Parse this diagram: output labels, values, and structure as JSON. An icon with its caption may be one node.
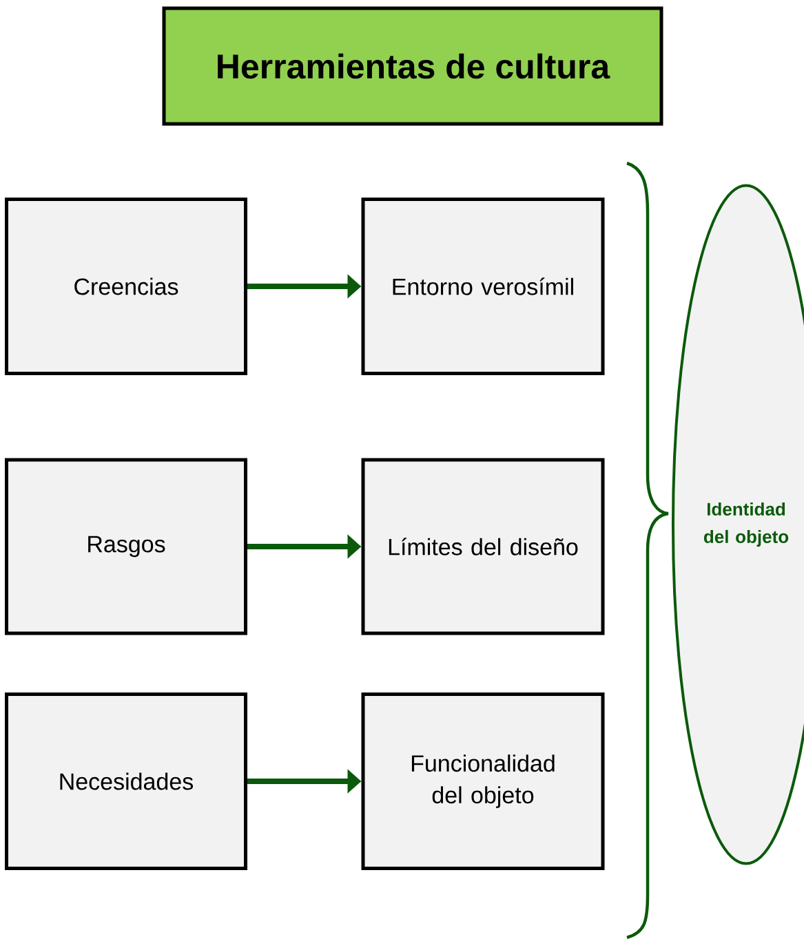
{
  "diagram": {
    "title": "Herramientas de cultura",
    "nodes": [
      {
        "text": [
          "Creencias"
        ]
      },
      {
        "text": [
          "Entorno verosímil"
        ]
      },
      {
        "text": [
          "Rasgos"
        ]
      },
      {
        "text": [
          "Límites del diseño"
        ]
      },
      {
        "text": [
          "Necesidades"
        ]
      },
      {
        "text": [
          "Funcionalidad del objeto"
        ]
      },
      {
        "text": [
          "Identidad del objeto"
        ]
      }
    ],
    "edges": [
      {
        "from": 0,
        "to": 1,
        "arrow": "to"
      },
      {
        "from": 2,
        "to": 3,
        "arrow": "to"
      },
      {
        "from": 4,
        "to": 5,
        "arrow": "to"
      }
    ]
  }
}
